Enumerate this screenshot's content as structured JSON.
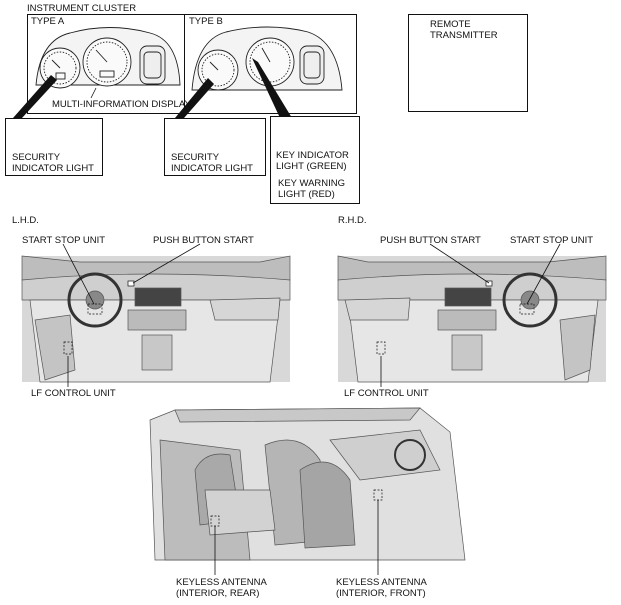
{
  "cluster": {
    "title": "INSTRUMENT CLUSTER",
    "type_a": "TYPE A",
    "type_b": "TYPE B",
    "multi_info": "MULTI-INFORMATION DISPLAY"
  },
  "remote": {
    "line1": "REMOTE",
    "line2": "TRANSMITTER"
  },
  "callouts": {
    "security_a": [
      "SECURITY",
      "INDICATOR LIGHT"
    ],
    "security_b": [
      "SECURITY",
      "INDICATOR LIGHT"
    ],
    "key_indicator": [
      "KEY INDICATOR",
      "LIGHT (GREEN)"
    ],
    "key_warning": [
      "KEY WARNING",
      "LIGHT (RED)"
    ]
  },
  "dash_lhd": {
    "side": "L.H.D.",
    "start_stop": "START STOP UNIT",
    "push_button": "PUSH BUTTON START",
    "lf_control": "LF CONTROL UNIT"
  },
  "dash_rhd": {
    "side": "R.H.D.",
    "push_button": "PUSH BUTTON START",
    "start_stop": "START STOP UNIT",
    "lf_control": "LF CONTROL UNIT"
  },
  "interior": {
    "antenna_rear": [
      "KEYLESS ANTENNA",
      "(INTERIOR, REAR)"
    ],
    "antenna_front": [
      "KEYLESS ANTENNA",
      "(INTERIOR, FRONT)"
    ]
  }
}
